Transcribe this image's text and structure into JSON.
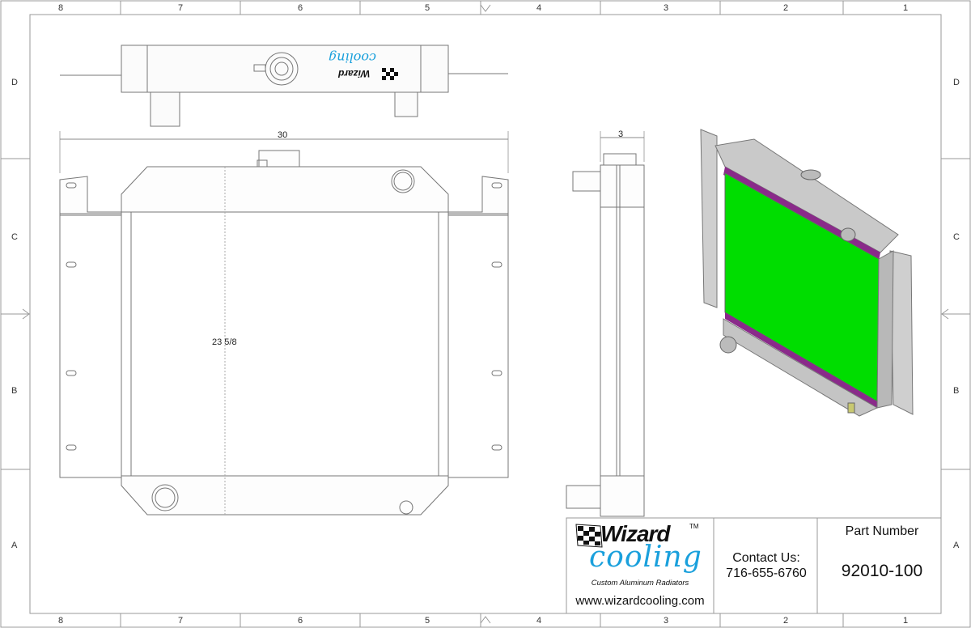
{
  "sheet": {
    "column_labels": [
      "8",
      "7",
      "6",
      "5",
      "4",
      "3",
      "2",
      "1"
    ],
    "row_labels": [
      "D",
      "C",
      "B",
      "A"
    ]
  },
  "dimensions": {
    "width": "30",
    "height": "23 5/8",
    "depth": "3"
  },
  "title_block": {
    "logo_word_1": "Wizard",
    "logo_word_2": "cooling",
    "logo_tm": "TM",
    "tagline": "Custom Aluminum Radiators",
    "website": "www.wizardcooling.com",
    "contact_label": "Contact Us:",
    "contact_phone": "716-655-6760",
    "part_number_label": "Part Number",
    "part_number": "92010-100"
  },
  "colors": {
    "core": "#00dd00",
    "tank_band": "#8a2a8a",
    "metal": "#c4c4c4",
    "line": "#777777",
    "logo_blue": "#1aa0dc"
  }
}
